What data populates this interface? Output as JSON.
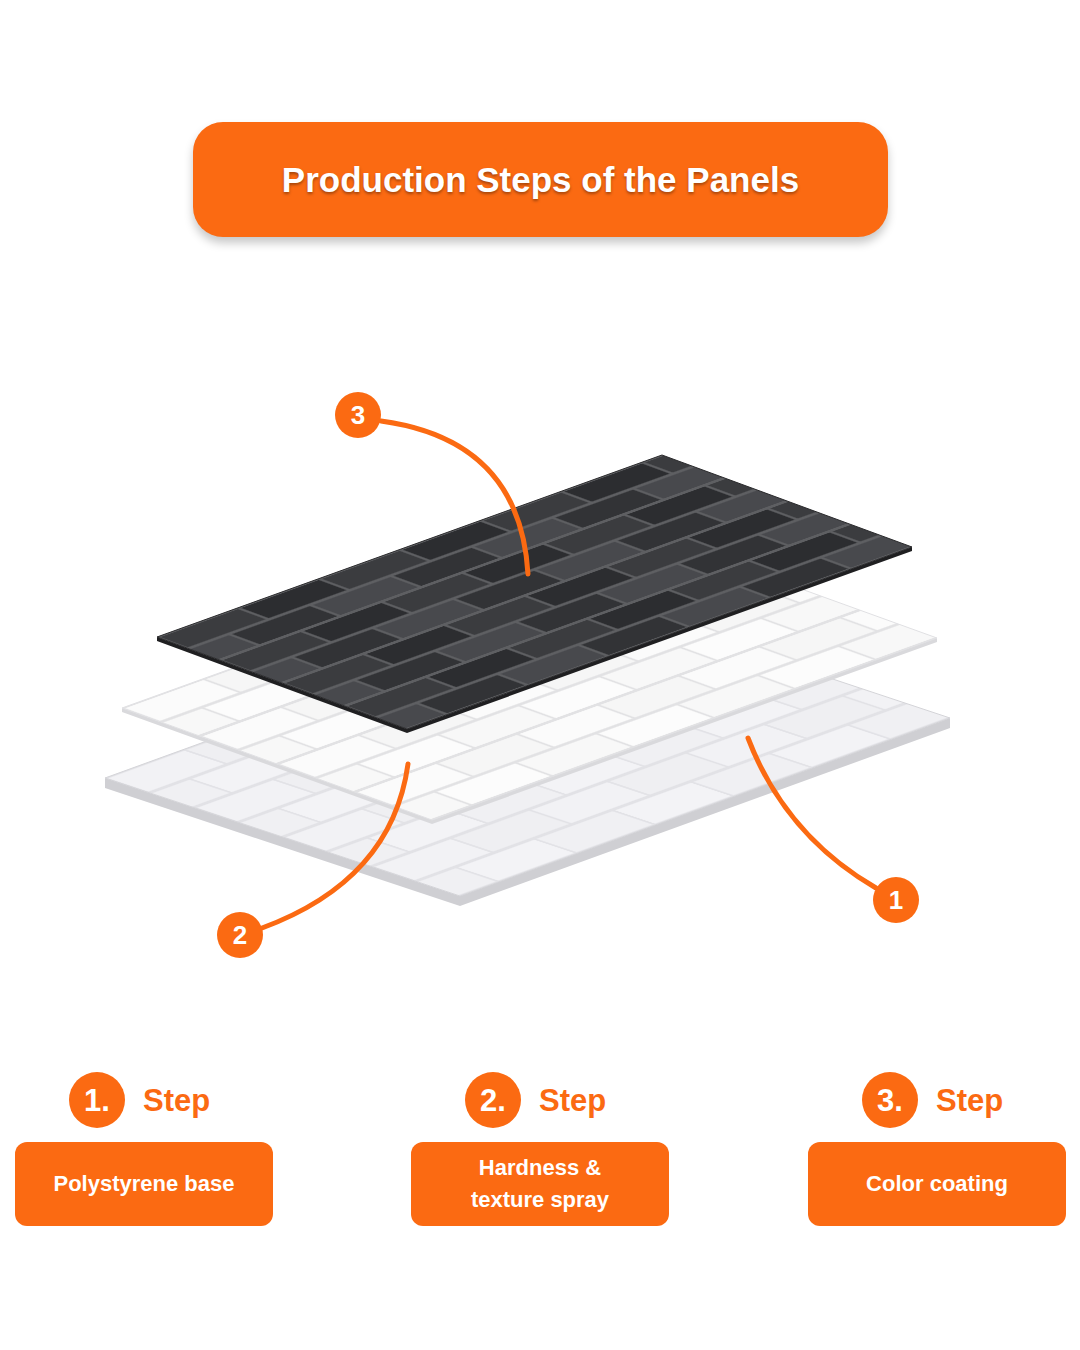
{
  "diagram": {
    "title": "Production Steps of the Panels",
    "nodes": [
      {
        "text": [
          "3"
        ]
      },
      {
        "text": [
          "1"
        ]
      },
      {
        "text": [
          "2"
        ]
      },
      {
        "text": [
          "1.",
          "Step"
        ]
      },
      {
        "text": [
          "Polystyrene base"
        ]
      },
      {
        "text": [
          "2.",
          "Step"
        ]
      },
      {
        "text": [
          "Hardness & texture spray"
        ]
      },
      {
        "text": [
          "3.",
          "Step"
        ]
      },
      {
        "text": [
          "Color coating"
        ]
      }
    ]
  }
}
